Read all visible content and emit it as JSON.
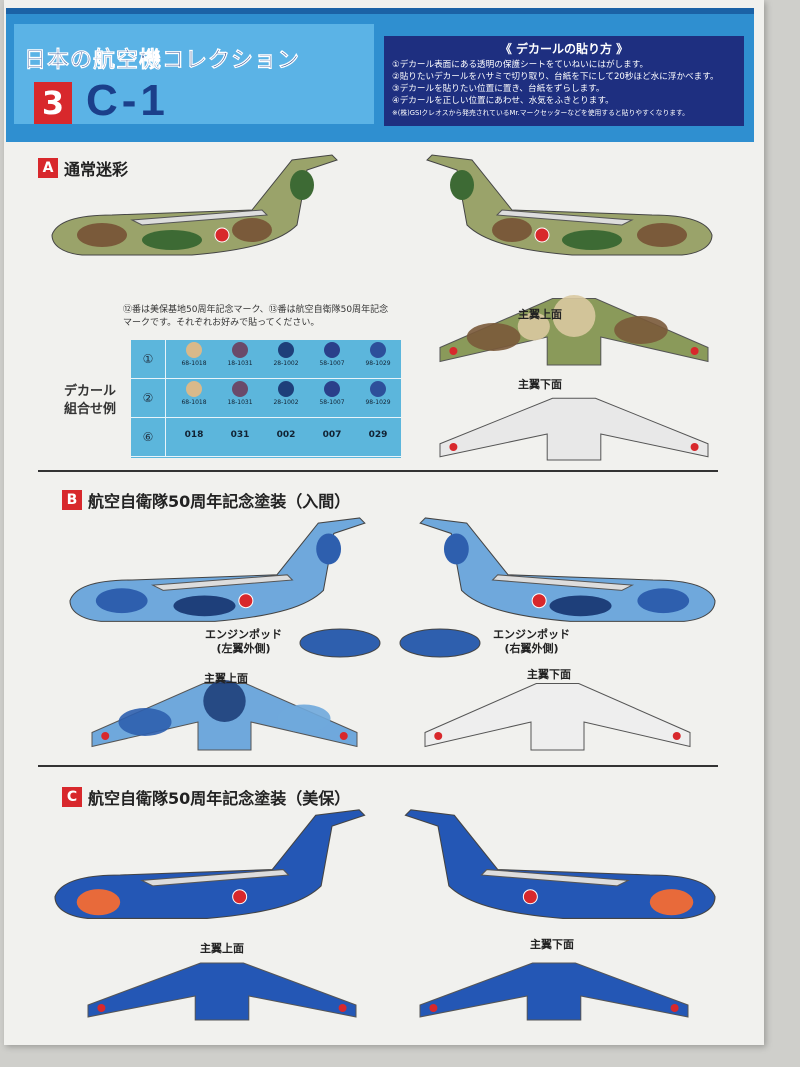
{
  "header": {
    "series_title": "日本の航空機コレクション",
    "number": "3",
    "model": "C-1",
    "howto": {
      "title": "《 デカールの貼り方 》",
      "steps": [
        "①デカール表面にある透明の保護シートをていねいにはがします。",
        "②貼りたいデカールをハサミで切り取り、台紙を下にして20秒ほど水に浮かべます。",
        "③デカールを貼りたい位置に置き、台紙をずらします。",
        "④デカールを正しい位置にあわせ、水気をふきとります。"
      ],
      "note": "※(株)GSIクレオスから発売されているMr.マークセッターなどを使用すると貼りやすくなります。"
    }
  },
  "sections": {
    "a": {
      "badge": "A",
      "title": "通常迷彩",
      "upper": "主翼上面",
      "lower": "主翼下面",
      "note": [
        "⑫番は美保基地50周年記念マーク、⑬番は航空自衛隊50周年記念",
        "マークです。それぞれお好みで貼ってください。"
      ],
      "combo_label": [
        "デカール",
        "組合せ例"
      ],
      "table": {
        "rows": [
          {
            "head": "①",
            "cells": [
              "68-1018",
              "18-1031",
              "28-1002",
              "58-1007",
              "98-1029"
            ]
          },
          {
            "head": "②",
            "cells": [
              "68-1018",
              "18-1031",
              "28-1002",
              "58-1007",
              "98-1029"
            ]
          },
          {
            "head": "⑥",
            "cells": [
              "018",
              "031",
              "002",
              "007",
              "029"
            ]
          }
        ]
      }
    },
    "b": {
      "badge": "B",
      "title": "航空自衛隊50周年記念塗装（入間）",
      "upper": "主翼上面",
      "lower": "主翼下面",
      "pod_left": [
        "エンジンポッド",
        "(左翼外側)"
      ],
      "pod_right": [
        "エンジンポッド",
        "(右翼外側)"
      ]
    },
    "c": {
      "badge": "C",
      "title": "航空自衛隊50周年記念塗装（美保）",
      "upper": "主翼上面",
      "lower": "主翼下面"
    }
  },
  "colors": {
    "red": "#d8282c",
    "navy": "#1b3f8a",
    "header_blue": "#2f8fd0",
    "sky": "#5cb6dc"
  }
}
